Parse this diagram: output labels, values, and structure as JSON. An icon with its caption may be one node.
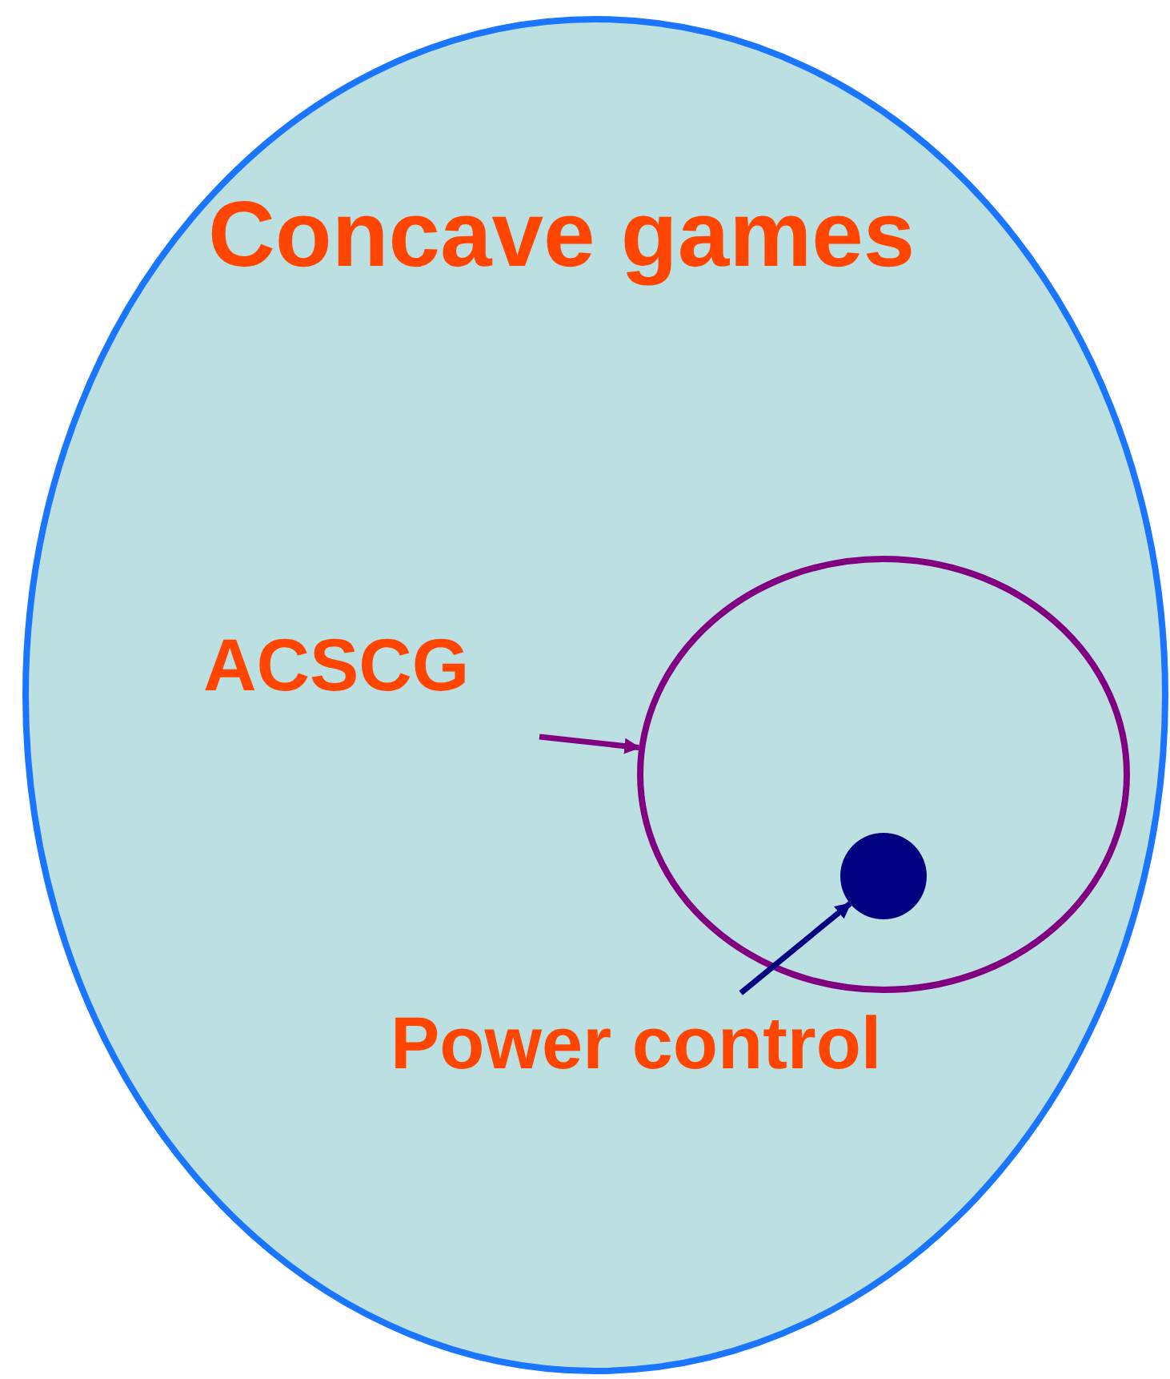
{
  "diagram": {
    "nodes": [
      {
        "text": [
          "Concave games"
        ]
      },
      {
        "text": [
          "ACSCG"
        ],
        "in": 0
      },
      {
        "text": [],
        "shape": "ellipse",
        "in": 0
      },
      {
        "text": [],
        "shape": "circle",
        "in": 2
      },
      {
        "text": [
          "Power control"
        ],
        "in": 0
      }
    ],
    "edges": [
      {
        "from": 1,
        "to": 2,
        "arrow": "to",
        "color": "#800080"
      },
      {
        "from": 4,
        "to": 3,
        "arrow": "to",
        "color": "#000080"
      }
    ]
  }
}
